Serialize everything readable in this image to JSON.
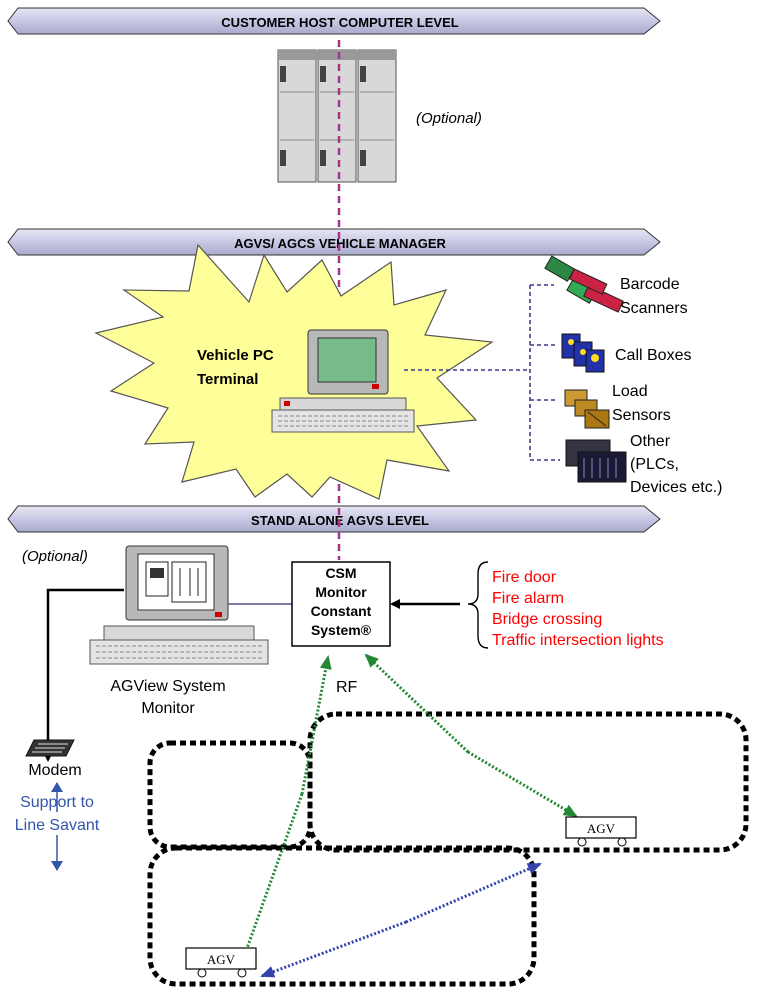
{
  "levels": {
    "host": "CUSTOMER HOST COMPUTER LEVEL",
    "manager": "AGVS/ AGCS VEHICLE MANAGER",
    "standalone": "STAND ALONE AGVS LEVEL"
  },
  "host_optional": "(Optional)",
  "vehicle_pc": {
    "line1": "Vehicle PC",
    "line2": "Terminal"
  },
  "devices": {
    "barcode": {
      "line1": "Barcode",
      "line2": "Scanners"
    },
    "callboxes": "Call Boxes",
    "load": {
      "line1": "Load",
      "line2": "Sensors"
    },
    "other": {
      "line1": "Other",
      "line2": "(PLCs,",
      "line3": "Devices etc.)"
    }
  },
  "agview": {
    "optional": "(Optional)",
    "line1": "AGView System",
    "line2": "Monitor"
  },
  "csm": {
    "line1": "CSM",
    "line2": "Monitor",
    "line3": "Constant",
    "line4": "System®"
  },
  "inputs": [
    "Fire door",
    "Fire alarm",
    "Bridge crossing",
    "Traffic intersection lights"
  ],
  "rf_label": "RF",
  "modem_label": "Modem",
  "support": {
    "line1": "Support to",
    "line2": "Line Savant"
  },
  "agv_label": "AGV",
  "colors": {
    "banner_fill": "#c8c8e4",
    "burst_fill": "#ffff99",
    "input_text": "#ff0000",
    "support_text": "#3355aa",
    "host_link": "#aa3388",
    "device_link": "#3a3a90",
    "rf_link": "#228833",
    "agv_link": "#3344aa"
  }
}
